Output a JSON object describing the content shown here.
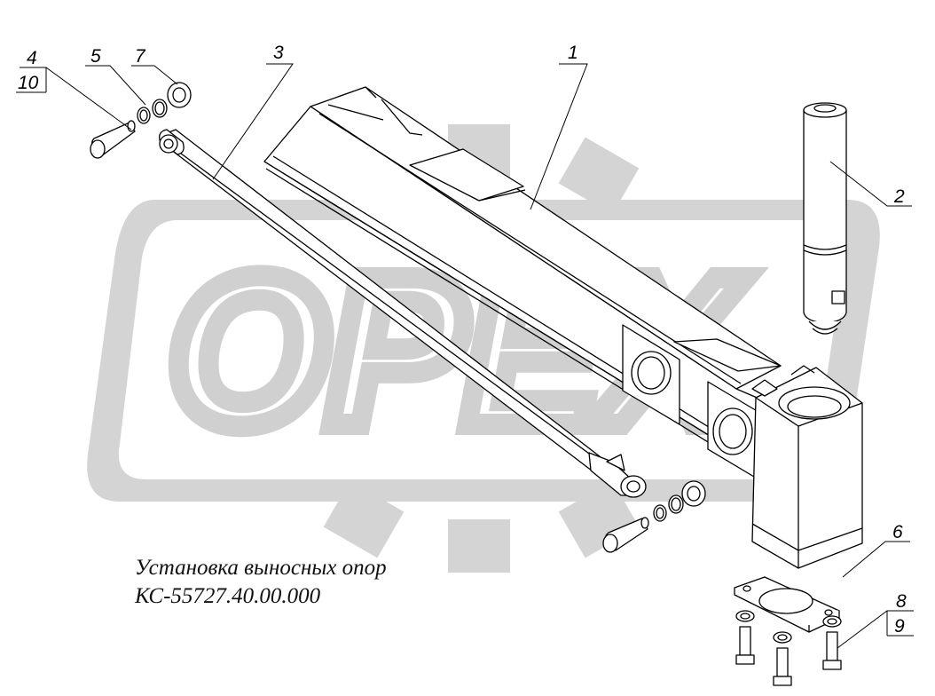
{
  "watermark": {
    "text": "OPEX",
    "color": "#d2d2d2",
    "icon": "gear-watermark"
  },
  "caption": {
    "line1": "Установка выносных опор",
    "line2": "КС-55727.40.00.000"
  },
  "callouts": [
    {
      "id": "1",
      "text": "1",
      "part": "beam"
    },
    {
      "id": "2",
      "text": "2",
      "part": "hydraulic-cylinder-vertical"
    },
    {
      "id": "3",
      "text": "3",
      "part": "hydraulic-cylinder-horizontal"
    },
    {
      "id": "4",
      "text": "4",
      "part": "pin"
    },
    {
      "id": "10",
      "text": "10",
      "part": "pin",
      "boxed": true
    },
    {
      "id": "5",
      "text": "5",
      "part": "ring"
    },
    {
      "id": "7",
      "text": "7",
      "part": "washer"
    },
    {
      "id": "6",
      "text": "6",
      "part": "base-plate"
    },
    {
      "id": "8",
      "text": "8",
      "part": "bolt"
    },
    {
      "id": "9",
      "text": "9",
      "part": "washer",
      "boxed": true
    }
  ],
  "colors": {
    "line": "#000000",
    "paper": "#ffffff",
    "watermark": "#d2d2d2"
  }
}
